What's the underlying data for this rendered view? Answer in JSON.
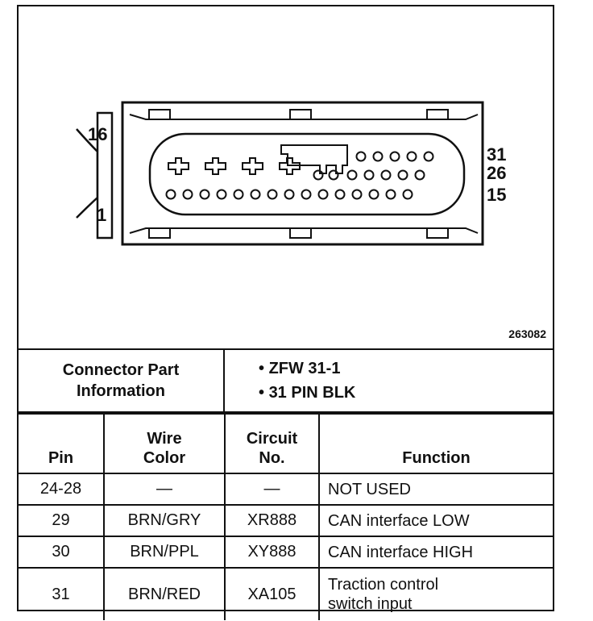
{
  "diagram": {
    "pin_labels": {
      "top_left": "16",
      "bottom_left": "1",
      "right_top": "31",
      "right_mid": "26",
      "right_bottom": "15"
    },
    "figure_id": "263082"
  },
  "connector_info": {
    "label": "Connector Part\nInformation",
    "values": [
      "ZFW 31-1",
      "31 PIN BLK"
    ]
  },
  "table": {
    "headers": {
      "pin": "Pin",
      "wire_color": "Wire\nColor",
      "circuit": "Circuit\nNo.",
      "function": "Function"
    },
    "rows": [
      {
        "pin": "24-28",
        "wire_color": "—",
        "circuit": "—",
        "function": "NOT USED"
      },
      {
        "pin": "29",
        "wire_color": "BRN/GRY",
        "circuit": "XR888",
        "function": "CAN interface LOW"
      },
      {
        "pin": "30",
        "wire_color": "BRN/PPL",
        "circuit": "XY888",
        "function": "CAN interface HIGH"
      },
      {
        "pin": "31",
        "wire_color": "BRN/RED",
        "circuit": "XA105",
        "function": "Traction control\nswitch input"
      }
    ]
  }
}
